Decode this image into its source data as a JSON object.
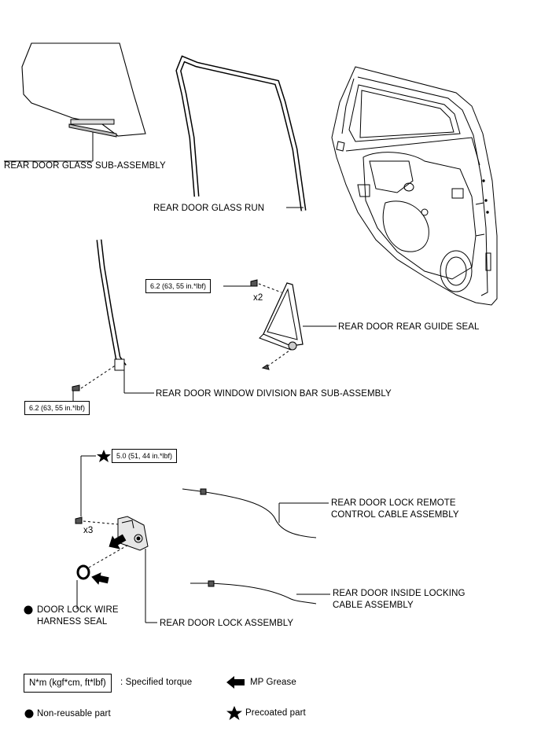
{
  "labels": {
    "glass": "REAR DOOR GLASS SUB-ASSEMBLY",
    "glass_run": "REAR DOOR GLASS RUN",
    "rear_guide_seal": "REAR DOOR REAR GUIDE SEAL",
    "division_bar": "REAR DOOR WINDOW DIVISION BAR SUB-ASSEMBLY",
    "remote_cable_1": "REAR DOOR LOCK REMOTE",
    "remote_cable_2": "CONTROL CABLE ASSEMBLY",
    "inside_cable_1": "REAR DOOR INSIDE LOCKING",
    "inside_cable_2": "CABLE ASSEMBLY",
    "wire_seal_1": "DOOR LOCK WIRE",
    "wire_seal_2": "HARNESS SEAL",
    "lock_assembly": "REAR DOOR LOCK ASSEMBLY"
  },
  "torques": {
    "guide_seal": "6.2 (63, 55 in.*lbf)",
    "division_bar": "6.2 (63, 55 in.*lbf)",
    "lock": "5.0 (51, 44 in.*lbf)"
  },
  "quantities": {
    "guide_seal_screws": "x2",
    "lock_screws": "x3"
  },
  "legend": {
    "torque_box": "N*m (kgf*cm, ft*lbf)",
    "torque_text": ": Specified torque",
    "grease": "MP Grease",
    "non_reusable": "Non-reusable part",
    "precoated": "Precoated part"
  },
  "icons": [
    "filled-circle-icon",
    "star-icon",
    "arrow-left-icon"
  ]
}
